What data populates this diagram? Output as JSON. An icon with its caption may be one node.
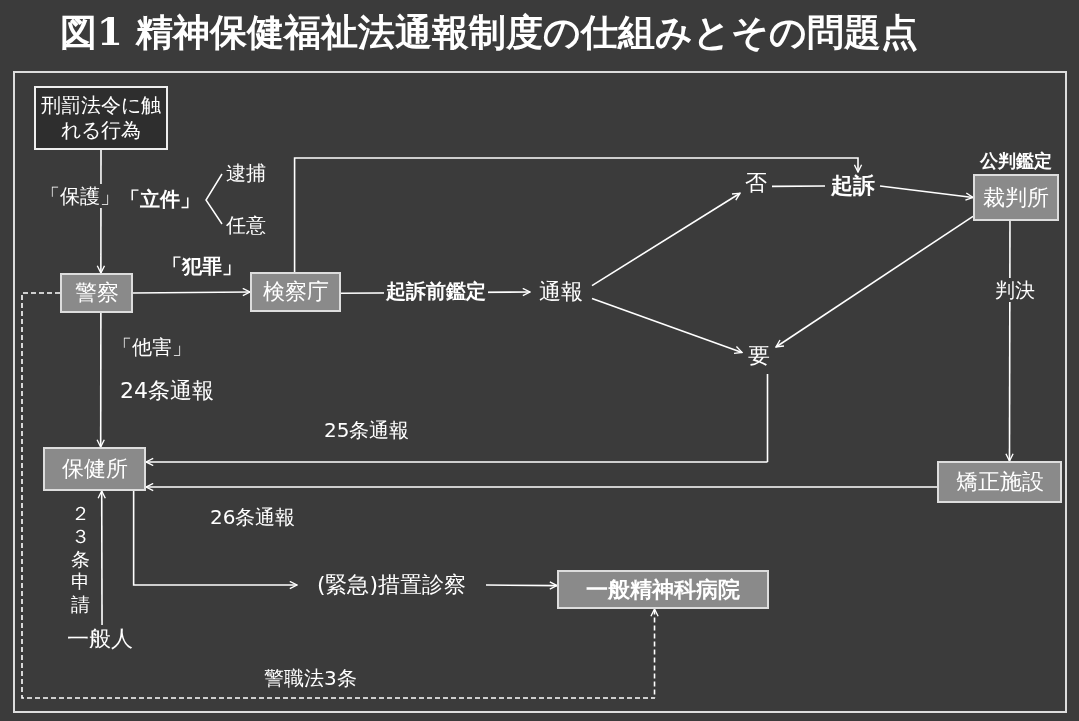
{
  "diagram": {
    "title": "図1 精神保健福祉法通報制度の仕組みとその問題点",
    "nodes": [
      {
        "text": [
          "刑罰法令に触れる行為"
        ]
      },
      {
        "text": [
          "警察"
        ]
      },
      {
        "text": [
          "検察庁"
        ]
      },
      {
        "text": [
          "通報"
        ]
      },
      {
        "text": [
          "否"
        ]
      },
      {
        "text": [
          "起訴"
        ]
      },
      {
        "text": [
          "裁判所"
        ],
        "beside": [
          "公判鑑定"
        ]
      },
      {
        "text": [
          "要"
        ]
      },
      {
        "text": [
          "保健所"
        ]
      },
      {
        "text": [
          "矯正施設"
        ]
      },
      {
        "text": [
          "(緊急)措置診察"
        ]
      },
      {
        "text": [
          "一般精神科病院"
        ]
      },
      {
        "text": [
          "一般人"
        ]
      }
    ],
    "edges": [
      {
        "from": 0,
        "to": 1,
        "arrow": "to",
        "label": "「保護」"
      },
      {
        "from": 1,
        "to": 2,
        "arrow": "to",
        "label": "「犯罪」"
      },
      {
        "from": 2,
        "to": 5,
        "arrow": "to"
      },
      {
        "from": 2,
        "to": 3,
        "arrow": "to",
        "label": "起訴前鑑定"
      },
      {
        "from": 3,
        "to": 4,
        "arrow": "to"
      },
      {
        "from": 3,
        "to": 7,
        "arrow": "to"
      },
      {
        "from": 5,
        "to": 4,
        "arrow": "none"
      },
      {
        "from": 5,
        "to": 6,
        "arrow": "to"
      },
      {
        "from": 6,
        "to": 7,
        "arrow": "to"
      },
      {
        "from": 6,
        "to": 9,
        "arrow": "to",
        "label": "判決"
      },
      {
        "from": 7,
        "to": 8,
        "arrow": "to",
        "label": "25条通報"
      },
      {
        "from": 9,
        "to": 8,
        "arrow": "to",
        "label": "26条通報"
      },
      {
        "from": 1,
        "to": 8,
        "arrow": "to",
        "label": "「他害」"
      },
      {
        "from": 12,
        "to": 8,
        "arrow": "to",
        "label": "２３条申請"
      },
      {
        "from": 8,
        "to": 10,
        "arrow": "to"
      },
      {
        "from": 10,
        "to": 11,
        "arrow": "to"
      },
      {
        "from": 1,
        "to": 11,
        "arrow": "to",
        "style": "dashed",
        "label": "警職法3条"
      }
    ],
    "labels": [
      "「立件」",
      "逮捕",
      "任意",
      "24条通報"
    ]
  }
}
